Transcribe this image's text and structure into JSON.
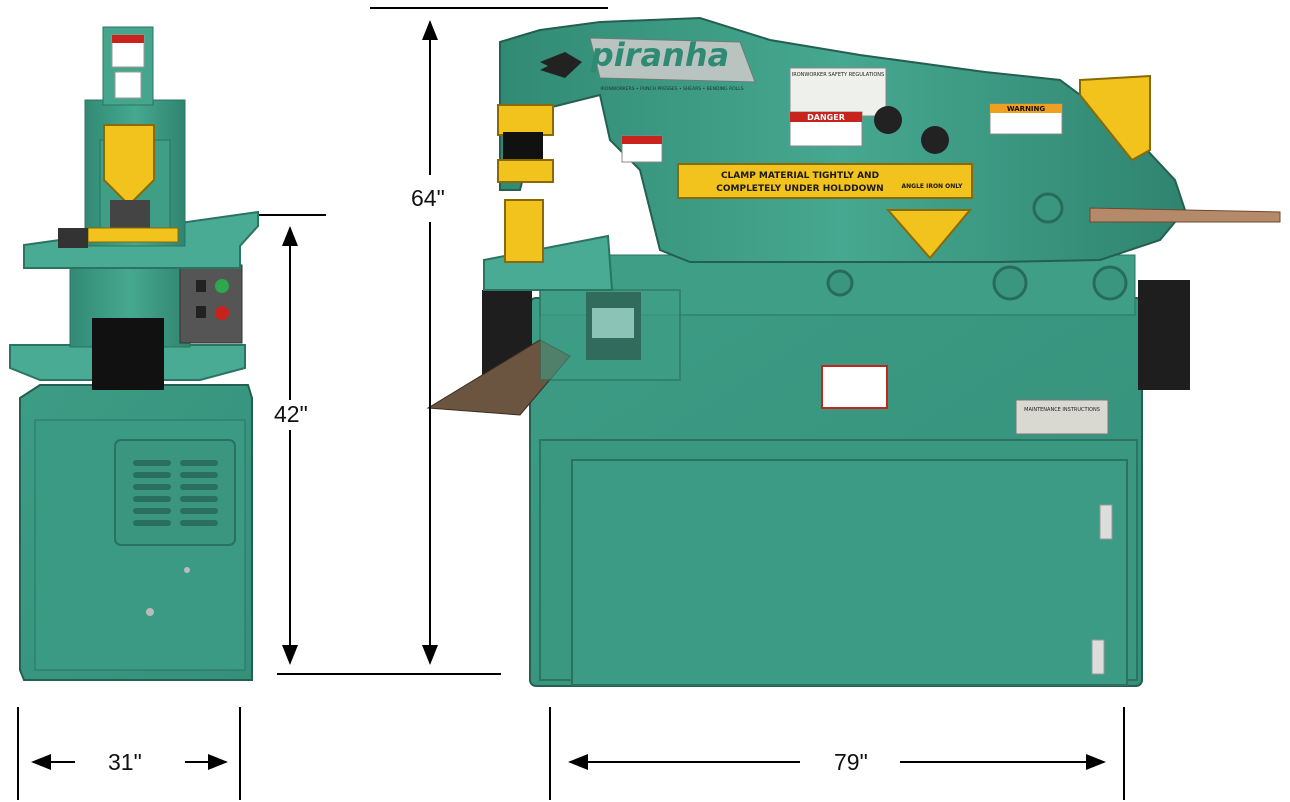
{
  "dimensions": {
    "side_height": "42\"",
    "front_height": "64\"",
    "side_width": "31\"",
    "front_width": "79\""
  },
  "machine": {
    "brand": "piranha",
    "tagline": "IRONWORKERS • PUNCH PRESSES • SHEARS • BENDING ROLLS",
    "holddown_text": [
      "CLAMP MATERIAL TIGHTLY AND",
      "COMPLETELY UNDER HOLDDOWN"
    ],
    "angle_iron_text": "ANGLE IRON ONLY",
    "danger_label": "DANGER",
    "warning_label": "WARNING",
    "safety_regulations": "IRONWORKER SAFETY REGULATIONS",
    "maintenance_instructions": "MAINTENANCE INSTRUCTIONS"
  },
  "colors": {
    "machine_green": "#3f9e86",
    "dark_green": "#2c7563",
    "yellow": "#f2c21d",
    "dimension_line": "#000000"
  }
}
